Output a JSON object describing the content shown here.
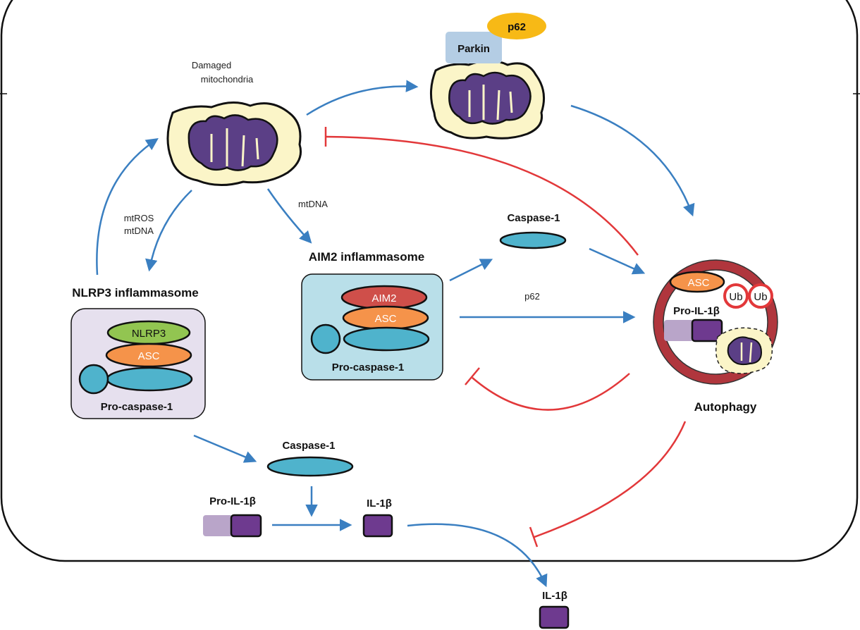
{
  "labels": {
    "damaged_mitochondria_line1": "Damaged",
    "damaged_mitochondria_line2": "mitochondria",
    "parkin": "Parkin",
    "p62_tag": "p62",
    "mtros": "mtROS",
    "mtdna_left": "mtDNA",
    "mtdna_right": "mtDNA",
    "nlrp3_title": "NLRP3 inflammasome",
    "aim2_title": "AIM2 inflammasome",
    "nlrp3": "NLRP3",
    "asc": "ASC",
    "aim2": "AIM2",
    "pro_caspase": "Pro-caspase-1",
    "caspase1": "Caspase-1",
    "p62_arrow": "p62",
    "ub": "Ub",
    "pro_il1b": "Pro-IL-1β",
    "il1b": "IL-1β",
    "autophagy": "Autophagy"
  },
  "colors": {
    "activation_arrow": "#3a7fc1",
    "inhibition": "#e2383a",
    "mito_outer": "#fbf5c8",
    "mito_inner": "#5b3f86",
    "nlrp3_box": "#e6e0ee",
    "aim2_box": "#b9dfe9",
    "nlrp3_protein": "#92c551",
    "asc_protein": "#f5934a",
    "aim2_protein": "#cf4f4a",
    "caspase": "#4fb3cc",
    "parkin": "#b4cde4",
    "p62": "#f7b916",
    "autophagosome": "#b0363d",
    "il1b_dark": "#6e3a8f",
    "il1b_light": "#b9a5c9"
  }
}
